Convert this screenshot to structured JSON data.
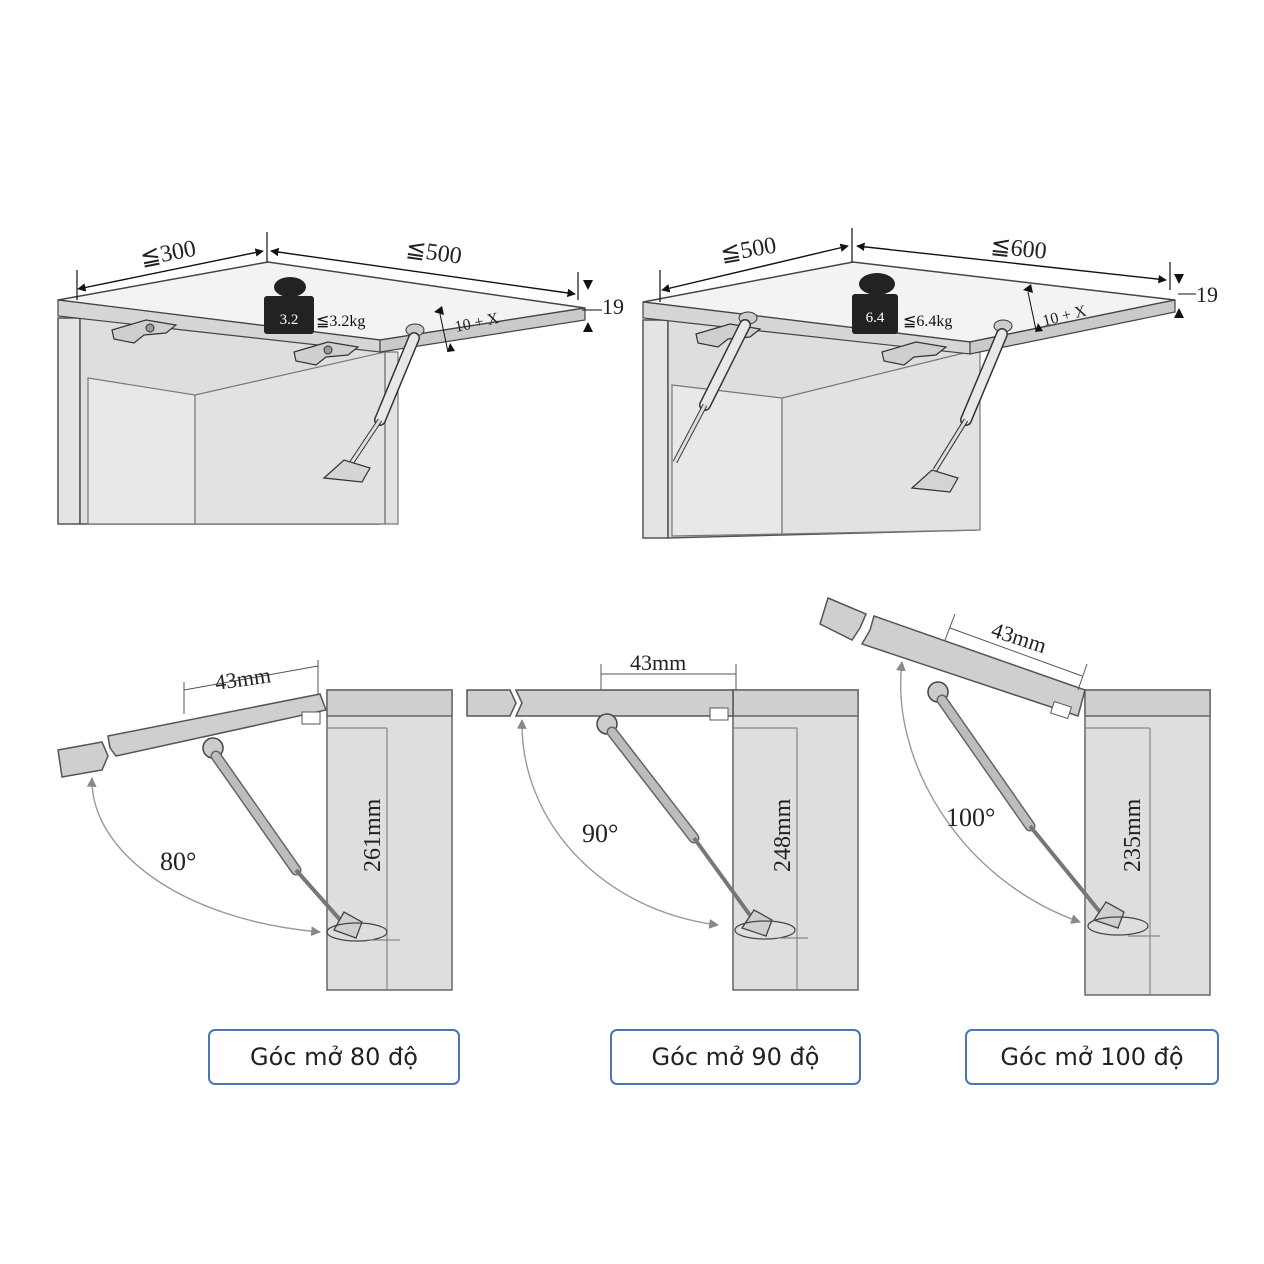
{
  "top_left": {
    "depth_label": "≦300",
    "width_label": "≦500",
    "thickness_label": "19",
    "weight_block": "3.2",
    "weight_limit": "≦3.2kg",
    "offset_label": "10 + X"
  },
  "top_right": {
    "depth_label": "≦500",
    "width_label": "≦600",
    "thickness_label": "19",
    "weight_block": "6.4",
    "weight_limit": "≦6.4kg",
    "offset_label": "10 + X"
  },
  "panels": [
    {
      "arm_length": "43mm",
      "angle": "80°",
      "height": "261mm",
      "caption": "Góc mở 80 độ"
    },
    {
      "arm_length": "43mm",
      "angle": "90°",
      "height": "248mm",
      "caption": "Góc mở 90 độ"
    },
    {
      "arm_length": "43mm",
      "angle": "100°",
      "height": "235mm",
      "caption": "Góc mở 100 độ"
    }
  ],
  "colors": {
    "line": "#333333",
    "panel_fill": "#dcdcdc",
    "door_fill": "#cfcfcf",
    "caption_border": "#4a76b8"
  }
}
